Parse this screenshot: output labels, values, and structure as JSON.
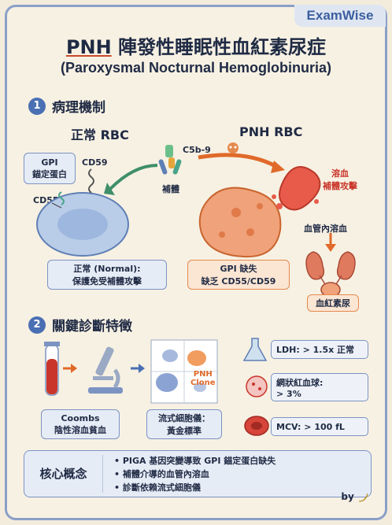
{
  "brand": "ExamWise",
  "title_abbr": "PNH",
  "title_rest": " 陣發性睡眠性血紅素尿症",
  "subtitle": "(Paroxysmal Nocturnal Hemoglobinuria)",
  "section1": {
    "num": "1",
    "title": "病理機制"
  },
  "normal_rbc": "正常 RBC",
  "pnh_rbc": "PNH RBC",
  "gpi_anchor": [
    "GPI",
    "錨定蛋白"
  ],
  "cd59": "CD59",
  "cd55": "CD55",
  "c5b9": "C5b-9",
  "complement": "補體",
  "lysis_attack": [
    "溶血",
    "補體攻擊"
  ],
  "intravascular": "血管內溶血",
  "normal_box": [
    "正常 (Normal):",
    "保護免受補體攻擊"
  ],
  "pnh_box": [
    "GPI 缺失",
    "缺乏 CD55/CD59"
  ],
  "hemoglobinuria": "血紅素尿",
  "section2": {
    "num": "2",
    "title": "關鍵診斷特徵"
  },
  "coombs_box": [
    "Coombs",
    "陰性溶血貧血"
  ],
  "flow_box": [
    "流式細胞儀：",
    "黃金標準"
  ],
  "pnh_clone": [
    "PNH",
    "Clone"
  ],
  "labs": {
    "ldh": "LDH: > 1.5x 正常",
    "retic": [
      "網狀紅血球:",
      "> 3%"
    ],
    "mcv": "MCV: > 100 fL"
  },
  "core": {
    "title": "核心概念",
    "points": [
      "PIGA 基因突變導致 GPI 錨定蛋白缺失",
      "補體介導的血管內溶血",
      "診斷依賴流式細胞儀"
    ]
  },
  "by": "by",
  "colors": {
    "accent": "#4a6fb3",
    "warning": "#c9352a",
    "pnh_orange": "#e48a4e"
  }
}
